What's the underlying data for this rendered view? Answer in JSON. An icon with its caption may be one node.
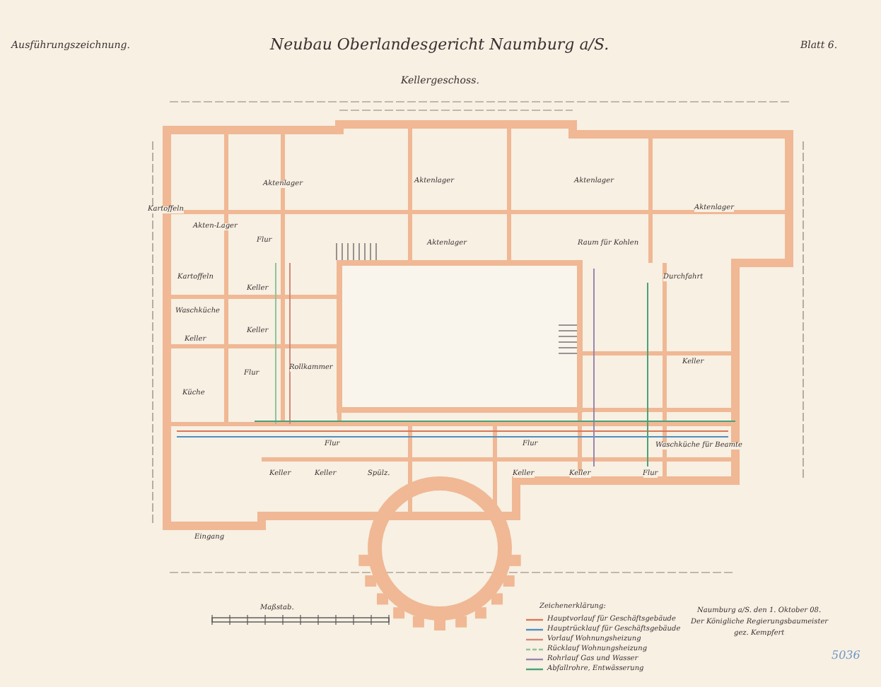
{
  "diagram": {
    "title": "Neubau Oberlandesgericht Naumburg a/S.",
    "labels": [
      "Ausführungszeichnung.",
      "Blatt 6.",
      "Kellergeschoss.",
      "Aktenlager",
      "Akten-Lager",
      "Aktenlager",
      "Aktenlager",
      "Kartoffeln",
      "Aktenlager",
      "Flur",
      "Aktenlager",
      "Raum für Kohlen",
      "Kartoffeln",
      "Durchfahrt",
      "Keller",
      "Waschküche",
      "Keller",
      "Keller",
      "Flur",
      "Rollkammer",
      "Keller",
      "Küche",
      "Flur",
      "Flur",
      "Waschküche für Beamte",
      "Keller",
      "Keller",
      "Spülz.",
      "Keller",
      "Keller",
      "Flur",
      "Eingang",
      "Maßstab.",
      "Zeichenerklärung:",
      "Naumburg a/S. den 1. Oktober 08.",
      "Der Königliche Regierungsbaumeister",
      "gez. Kempfert",
      "5036"
    ],
    "legend": [
      {
        "text": "Hauptvorlauf für Geschäftsgebäude"
      },
      {
        "text": "Hauptrücklauf für Geschäftsgebäude"
      },
      {
        "text": "Vorlauf Wohnungsheizung"
      },
      {
        "text": "Rücklauf Wohnungsheizung"
      },
      {
        "text": "Rohrlauf Gas und Wasser"
      },
      {
        "text": "Abfallrohre, Entwässerung"
      }
    ]
  }
}
